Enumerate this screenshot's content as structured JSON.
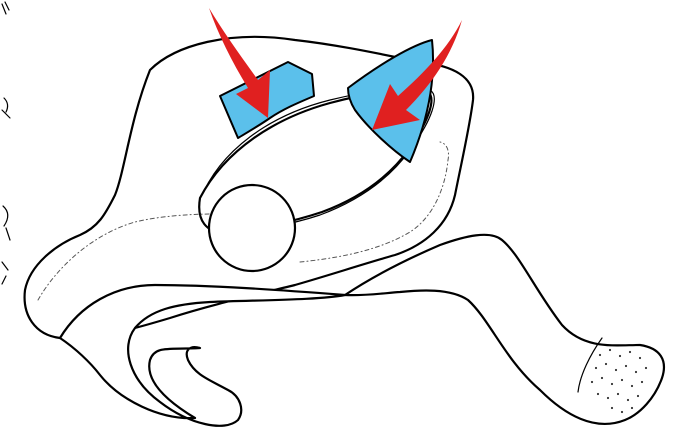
{
  "diagram": {
    "colors": {
      "highlight_fill": "#5bc0eb",
      "arrow_fill": "#e02020",
      "outline": "#000000",
      "background": "#ffffff"
    },
    "parts": [
      "hand-outline-icon",
      "thumb-icon",
      "left-highlight-patch",
      "right-highlight-patch",
      "left-arrow-icon",
      "right-arrow-icon",
      "round-button-icon",
      "dotted-grip-tip"
    ]
  }
}
